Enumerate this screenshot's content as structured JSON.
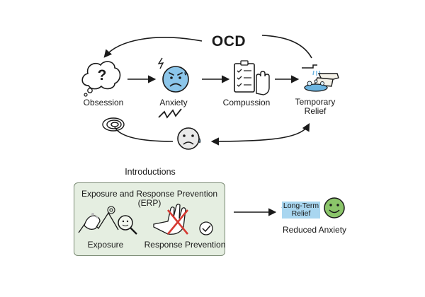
{
  "diagram": {
    "title": "OCD",
    "cycle": {
      "nodes": [
        {
          "label": "Obsession",
          "icon": "question-thought-bubble-icon"
        },
        {
          "label": "Anxiety",
          "icon": "worried-face-icon"
        },
        {
          "label": "Compussion",
          "icon": "checklist-clipboard-icon"
        },
        {
          "label": "Temporary\nRelief",
          "icon": "hand-washing-icon"
        }
      ],
      "return_icon": "sad-face-icon"
    },
    "treatment": {
      "heading": "Introductions",
      "box_title": "Exposure and Response Prevention",
      "box_subtitle": "(ERP)",
      "parts": [
        {
          "label": "Exposure",
          "icon": "hand-touching-magnifier-icon"
        },
        {
          "label": "Response Prevention",
          "icon": "crossed-out-hand-icon"
        }
      ]
    },
    "outcome": {
      "badge": "Long-Term\nRelief",
      "label": "Reduced Anxiety",
      "icon": "smiling-face-icon"
    }
  },
  "colors": {
    "anxiety_face": "#8cc6ea",
    "erp_box_fill": "#e5eee1",
    "erp_box_border": "#7a8a74",
    "relief_badge": "#a9d6f0",
    "happy_face": "#8bc56a",
    "cross_red": "#d63a32",
    "water_blue": "#6bb4e0",
    "sad_face": "#e9e9e9"
  }
}
